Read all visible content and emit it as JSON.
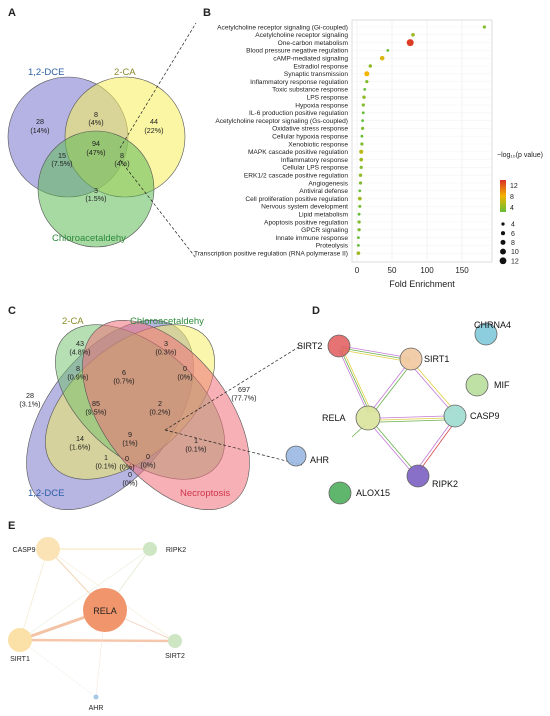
{
  "panels": {
    "a": "A",
    "b": "B",
    "c": "C",
    "d": "D",
    "e": "E"
  },
  "venn3": {
    "sets": [
      "1,2-DCE",
      "2-CA",
      "Chloroacetaldehy"
    ],
    "regions": [
      {
        "id": "dce_only",
        "count": "28",
        "pct": "(14%)"
      },
      {
        "id": "dce_ca",
        "count": "8",
        "pct": "(4%)"
      },
      {
        "id": "ca_only",
        "count": "44",
        "pct": "(22%)"
      },
      {
        "id": "all",
        "count": "94",
        "pct": "(47%)"
      },
      {
        "id": "dce_chl",
        "count": "15",
        "pct": "(7.5%)"
      },
      {
        "id": "ca_chl",
        "count": "8",
        "pct": "(4%)"
      },
      {
        "id": "chl_only",
        "count": "3",
        "pct": "(1.5%)"
      }
    ]
  },
  "venn4": {
    "sets": [
      "2-CA",
      "Chloroacetaldehy",
      "1,2-DCE",
      "Necroptosis"
    ],
    "regions": [
      {
        "id": "ca_only",
        "count": "43",
        "pct": "(4.8%)"
      },
      {
        "id": "chl_only",
        "count": "3",
        "pct": "(0.3%)"
      },
      {
        "id": "dce_only",
        "count": "28",
        "pct": "(3.1%)"
      },
      {
        "id": "nec_only",
        "count": "697",
        "pct": "(77.7%)"
      },
      {
        "id": "dce_ca",
        "count": "8",
        "pct": "(0.9%)"
      },
      {
        "id": "ca_chl",
        "count": "6",
        "pct": "(0.7%)"
      },
      {
        "id": "chl_nec",
        "count": "0",
        "pct": "(0%)"
      },
      {
        "id": "dce_ca_chl",
        "count": "85",
        "pct": "(9.5%)"
      },
      {
        "id": "ca_chl_nec",
        "count": "2",
        "pct": "(0.2%)"
      },
      {
        "id": "all",
        "count": "9",
        "pct": "(1%)"
      },
      {
        "id": "dce_chl",
        "count": "14",
        "pct": "(1.6%)"
      },
      {
        "id": "dce_chl_nec",
        "count": "1",
        "pct": "(0.1%)"
      },
      {
        "id": "ca_nec",
        "count": "1",
        "pct": "(0.1%)"
      },
      {
        "id": "dce_ca_nec",
        "count": "0",
        "pct": "(0%)"
      },
      {
        "id": "dce_nec_a",
        "count": "0",
        "pct": "(0%)"
      },
      {
        "id": "dce_nec_b",
        "count": "0",
        "pct": "(0%)"
      }
    ]
  },
  "chart_data": {
    "type": "scatter",
    "xlabel": "Fold Enrichment",
    "xlim": [
      0,
      190
    ],
    "xticks": [
      "0",
      "50",
      "100",
      "150"
    ],
    "legend_color_title": "−log₁₀(p value)",
    "legend_color_ticks": [
      "12",
      "8",
      "4"
    ],
    "legend_size_values": [
      "4",
      "6",
      "8",
      "10",
      "12"
    ],
    "legend_placement": "right",
    "terms": [
      {
        "label": "Acetylcholine receptor signaling (Gi-coupled)",
        "x": 182,
        "logp": 4.0
      },
      {
        "label": "Acetylcholine receptor signaling",
        "x": 80,
        "logp": 5.0
      },
      {
        "label": "One-carbon metabolism",
        "x": 76,
        "logp": 12.5
      },
      {
        "label": "Blood pressure negative regulation",
        "x": 44,
        "logp": 3.0
      },
      {
        "label": "cAMP-mediated signaling",
        "x": 36,
        "logp": 7.0
      },
      {
        "label": "Estradiol response",
        "x": 19,
        "logp": 4.5
      },
      {
        "label": "Synaptic transmission",
        "x": 14,
        "logp": 8.0
      },
      {
        "label": "Inflammatory response regulation",
        "x": 14,
        "logp": 4.0
      },
      {
        "label": "Toxic substance response",
        "x": 11,
        "logp": 3.0
      },
      {
        "label": "LPS response",
        "x": 10,
        "logp": 4.5
      },
      {
        "label": "Hypoxia response",
        "x": 9,
        "logp": 4.0
      },
      {
        "label": "IL-6 production positive regulation",
        "x": 9,
        "logp": 3.0
      },
      {
        "label": "Acetylcholine receptor signaling (Gs-coupled)",
        "x": 8,
        "logp": 3.0
      },
      {
        "label": "Oxidative stress response",
        "x": 8,
        "logp": 4.0
      },
      {
        "label": "Cellular hypoxia response",
        "x": 7,
        "logp": 3.0
      },
      {
        "label": "Xenobiotic response",
        "x": 7,
        "logp": 4.0
      },
      {
        "label": "MAPK cascade positive regulation",
        "x": 6,
        "logp": 6.0
      },
      {
        "label": "Inflammatory response",
        "x": 6,
        "logp": 5.0
      },
      {
        "label": "Cellular LPS response",
        "x": 6,
        "logp": 4.0
      },
      {
        "label": "ERK1/2 cascade positive regulation",
        "x": 5,
        "logp": 4.5
      },
      {
        "label": "Angiogenesis",
        "x": 5,
        "logp": 4.0
      },
      {
        "label": "Antiviral defense",
        "x": 4,
        "logp": 3.0
      },
      {
        "label": "Cell proliferation positive regulation",
        "x": 4,
        "logp": 5.0
      },
      {
        "label": "Nervous system development",
        "x": 4,
        "logp": 3.5
      },
      {
        "label": "Lipid metabolism",
        "x": 3,
        "logp": 3.0
      },
      {
        "label": "Apoptosis positive regulation",
        "x": 3,
        "logp": 4.0
      },
      {
        "label": "GPCR signaling",
        "x": 3,
        "logp": 4.0
      },
      {
        "label": "Innate immune response",
        "x": 2,
        "logp": 3.0
      },
      {
        "label": "Proteolysis",
        "x": 2,
        "logp": 3.0
      },
      {
        "label": "Transcription positive regulation (RNA polymerase II)",
        "x": 2,
        "logp": 5.0
      }
    ]
  },
  "ppi": {
    "nodes": [
      {
        "id": "SIRT2",
        "color": "#e05a5a"
      },
      {
        "id": "SIRT1",
        "color": "#f1c8a0"
      },
      {
        "id": "CHRNA4",
        "color": "#7fc9d9"
      },
      {
        "id": "MIF",
        "color": "#b9de9c"
      },
      {
        "id": "RELA",
        "color": "#d9e39a"
      },
      {
        "id": "CASP9",
        "color": "#9fdccf"
      },
      {
        "id": "AHR",
        "color": "#9ab8e3"
      },
      {
        "id": "ALOX15",
        "color": "#4fae5c"
      },
      {
        "id": "RIPK2",
        "color": "#7b5fc1"
      }
    ]
  },
  "network": {
    "nodes": [
      {
        "id": "CASP9",
        "color": "#fbe3b5"
      },
      {
        "id": "RIPK2",
        "color": "#cfe6c4"
      },
      {
        "id": "RELA",
        "color": "#f0956c"
      },
      {
        "id": "SIRT1",
        "color": "#fbe0a8"
      },
      {
        "id": "SIRT2",
        "color": "#cfe6c4"
      },
      {
        "id": "AHR",
        "color": "#a8c8e8"
      }
    ]
  }
}
